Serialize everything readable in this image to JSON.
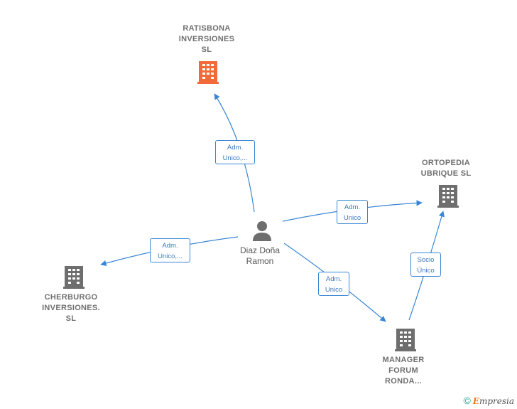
{
  "center": {
    "name_lines": [
      "Diaz Doña",
      "Ramon"
    ],
    "icon": "person-icon"
  },
  "companies": [
    {
      "id": "ratisbona",
      "name_lines": [
        "RATISBONA",
        "INVERSIONES",
        "SL"
      ],
      "icon": "building-icon",
      "color": "#f26a3a"
    },
    {
      "id": "ortopedia",
      "name_lines": [
        "ORTOPEDIA",
        "UBRIQUE SL"
      ],
      "icon": "building-icon",
      "color": "#6e6e6e"
    },
    {
      "id": "cherburgo",
      "name_lines": [
        "CHERBURGO",
        "INVERSIONES.",
        "SL"
      ],
      "icon": "building-icon",
      "color": "#6e6e6e"
    },
    {
      "id": "manager",
      "name_lines": [
        "MANAGER",
        "FORUM",
        "RONDA..."
      ],
      "icon": "building-icon",
      "color": "#6e6e6e"
    }
  ],
  "edges": [
    {
      "id": "e1",
      "label_lines": [
        "Adm.",
        "Unico,..."
      ]
    },
    {
      "id": "e2",
      "label_lines": [
        "Adm.",
        "Unico"
      ]
    },
    {
      "id": "e3",
      "label_lines": [
        "Adm.",
        "Unico,..."
      ]
    },
    {
      "id": "e4",
      "label_lines": [
        "Adm.",
        "Unico"
      ]
    },
    {
      "id": "e5",
      "label_lines": [
        "Socio",
        "Único"
      ]
    }
  ],
  "colors": {
    "edge": "#3a86d4",
    "person": "#6e6e6e"
  },
  "footer": {
    "copyright_symbol": "©",
    "brand_initial": "E",
    "brand_rest": "mpresia"
  }
}
